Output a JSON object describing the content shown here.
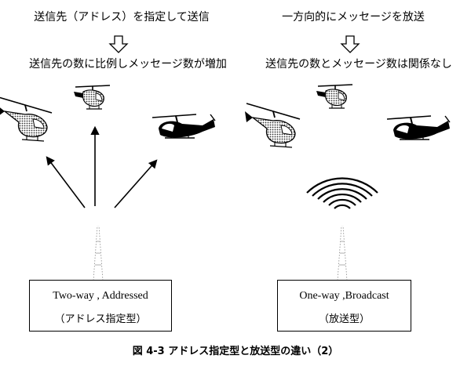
{
  "left": {
    "top_text": "送信先（アドレス）を指定して送信",
    "result_text": "送信先の数に比例しメッセージ数が増加",
    "box_line1": "Two-way , Addressed",
    "box_line2": "（アドレス指定型）"
  },
  "right": {
    "top_text": "一方向的にメッセージを放送",
    "result_text": "送信先の数とメッセージ数は関係なし",
    "box_line1": "One-way ,Broadcast",
    "box_line2": "（放送型）"
  },
  "caption": "図 4-3 アドレス指定型と放送型の違い（2）",
  "icons": [
    "helicopter-icon",
    "antenna-tower-icon",
    "down-arrow-icon",
    "radio-wave-icon"
  ]
}
